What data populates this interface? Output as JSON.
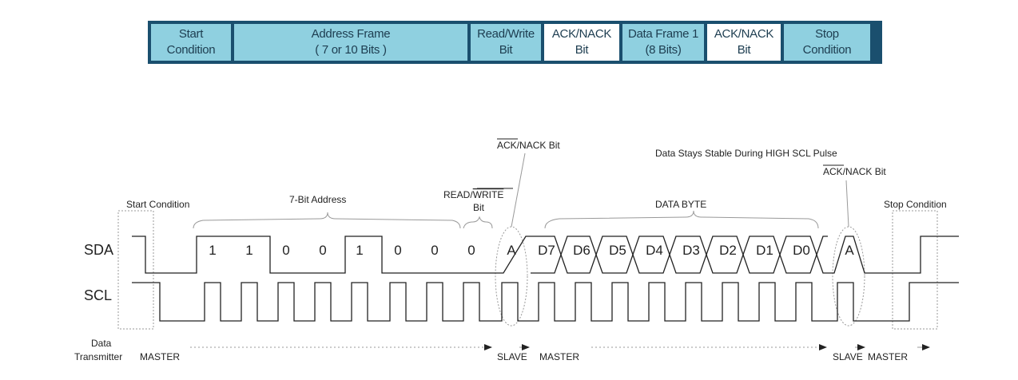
{
  "frame_bar": {
    "cells": [
      {
        "label": "Start\nCondition",
        "fill": "#8fd0e0"
      },
      {
        "label": "Address Frame\n( 7 or 10 Bits )",
        "fill": "#8fd0e0"
      },
      {
        "label": "Read/Write\nBit",
        "fill": "#8fd0e0"
      },
      {
        "label": "ACK/NACK\nBit",
        "fill": "#ffffff"
      },
      {
        "label": "Data Frame 1\n(8 Bits)",
        "fill": "#8fd0e0"
      },
      {
        "label": "ACK/NACK\nBit",
        "fill": "#ffffff"
      },
      {
        "label": "Stop\nCondition",
        "fill": "#8fd0e0"
      }
    ]
  },
  "diagram": {
    "signals": {
      "sda": "SDA",
      "scl": "SCL"
    },
    "annotations": {
      "start_condition": "Start Condition",
      "address": "7-Bit Address",
      "rw_top_pre": "READ/",
      "rw_top_over": "WRITE",
      "rw_bottom": "Bit",
      "ack1_over": "ACK",
      "ack1_rest": "/NACK Bit",
      "stable_note": "Data Stays Stable During HIGH SCL Pulse",
      "ack2_over": "ACK",
      "ack2_rest": "/NACK Bit",
      "data_byte": "DATA BYTE",
      "stop_condition": "Stop Condition"
    },
    "address_bits": [
      "1",
      "1",
      "0",
      "0",
      "1",
      "0",
      "0",
      "0"
    ],
    "ack1_label": "A",
    "data_bits": [
      "D7",
      "D6",
      "D5",
      "D4",
      "D3",
      "D2",
      "D1",
      "D0"
    ],
    "ack2_label": "A",
    "transmitter": {
      "label_line1": "Data",
      "label_line2": "Transmitter",
      "master1": "MASTER",
      "slave1": "SLAVE",
      "master2": "MASTER",
      "slave2": "SLAVE",
      "master3": "MASTER"
    }
  }
}
